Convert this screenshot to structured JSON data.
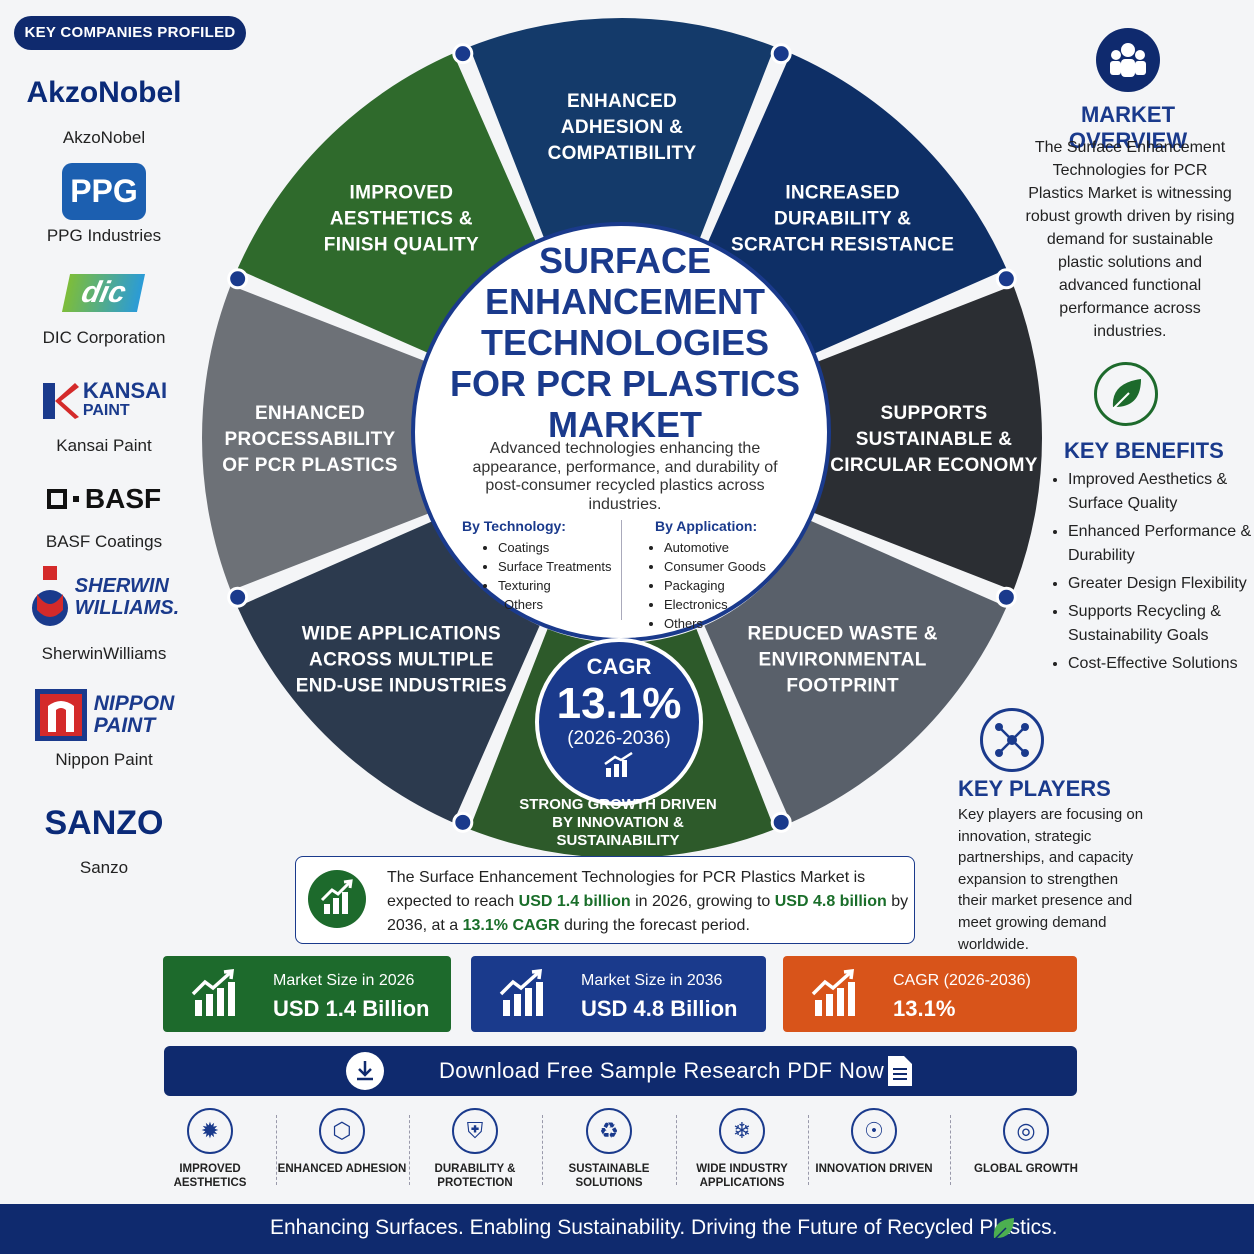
{
  "companies": {
    "header": "KEY COMPANIES PROFILED",
    "items": [
      {
        "logo": "AkzoNobel",
        "name": "AkzoNobel"
      },
      {
        "logo": "PPG",
        "name": "PPG Industries"
      },
      {
        "logo": "dic",
        "name": "DIC Corporation"
      },
      {
        "logo": "KANSAI",
        "logo2": "PAINT",
        "name": "Kansai Paint"
      },
      {
        "logo": "BASF",
        "name": "BASF Coatings"
      },
      {
        "logo": "SHERWIN",
        "logo2": "WILLIAMS.",
        "name": "SherwinWilliams"
      },
      {
        "logo": "NIPPON",
        "logo2": "PAINT",
        "name": "Nippon Paint"
      },
      {
        "logo": "SANZO",
        "name": "Sanzo"
      }
    ]
  },
  "wheel": {
    "segments": [
      {
        "lines": [
          "ENHANCED",
          "ADHESION &",
          "COMPATIBILITY"
        ],
        "color": "#143a6a"
      },
      {
        "lines": [
          "INCREASED",
          "DURABILITY &",
          "SCRATCH RESISTANCE"
        ],
        "color": "#0e2f66"
      },
      {
        "lines": [
          "SUPPORTS",
          "SUSTAINABLE &",
          "CIRCULAR ECONOMY"
        ],
        "color": "#2b2e33"
      },
      {
        "lines": [
          "REDUCED WASTE &",
          "ENVIRONMENTAL",
          "FOOTPRINT"
        ],
        "color": "#59606a"
      },
      {
        "lines": [
          "STRONG GROWTH"
        ],
        "color": "#2d5a2a"
      },
      {
        "lines": [
          "WIDE APPLICATIONS",
          "ACROSS MULTIPLE",
          "END-USE INDUSTRIES"
        ],
        "color": "#2c3a4e"
      },
      {
        "lines": [
          "ENHANCED",
          "PROCESSABILITY",
          "OF PCR PLASTICS"
        ],
        "color": "#6d7177"
      },
      {
        "lines": [
          "IMPROVED",
          "AESTHETICS &",
          "FINISH QUALITY"
        ],
        "color": "#2f6a2c"
      }
    ],
    "title": "SURFACE ENHANCEMENT TECHNOLOGIES FOR PCR PLASTICS MARKET",
    "subtitle": "Advanced technologies enhancing the appearance, performance, and durability of post-consumer recycled plastics across industries.",
    "by_technology": {
      "heading": "By Technology:",
      "items": [
        "Coatings",
        "Surface Treatments",
        "Texturing",
        "Others"
      ]
    },
    "by_application": {
      "heading": "By Application:",
      "items": [
        "Automotive",
        "Consumer Goods",
        "Packaging",
        "Electronics",
        "Others"
      ]
    },
    "cagr": {
      "label": "CAGR",
      "value": "13.1%",
      "period": "(2026-2036)"
    },
    "strong_growth": "STRONG GROWTH DRIVEN BY INNOVATION & SUSTAINABILITY"
  },
  "market_overview": {
    "heading": "MARKET OVERVIEW",
    "text": "The Surface Enhancement Technologies for PCR Plastics Market is witnessing robust growth driven by rising demand for sustainable plastic solutions and advanced functional performance across industries."
  },
  "key_benefits": {
    "heading": "KEY BENEFITS",
    "items": [
      "Improved Aesthetics & Surface Quality",
      "Enhanced Performance & Durability",
      "Greater Design Flexibility",
      "Supports Recycling & Sustainability Goals",
      "Cost-Effective Solutions"
    ]
  },
  "key_players": {
    "heading": "KEY PLAYERS",
    "text": "Key players are focusing on innovation, strategic partnerships, and capacity expansion to strengthen their market presence and meet growing demand worldwide."
  },
  "summary": {
    "p1": "The Surface Enhancement Technologies for PCR Plastics Market is expected to reach ",
    "v1": "USD 1.4 billion",
    "p2": " in 2026, growing to ",
    "v2": "USD 4.8 billion",
    "p3": " by 2036, at a ",
    "v3": "13.1% CAGR",
    "p4": " during the forecast period."
  },
  "stats": [
    {
      "label": "Market Size in 2026",
      "value": "USD 1.4 Billion",
      "color": "#1d6a2c"
    },
    {
      "label": "Market Size in 2036",
      "value": "USD 4.8 Billion",
      "color": "#1a3a8c"
    },
    {
      "label": "CAGR (2026-2036)",
      "value": "13.1%",
      "color": "#d8541a"
    }
  ],
  "download": {
    "label": "Download Free Sample Research PDF  Now"
  },
  "bottom_icons": [
    {
      "icon": "sparkle-icon",
      "caption": "IMPROVED AESTHETICS"
    },
    {
      "icon": "molecule-icon",
      "caption": "ENHANCED ADHESION"
    },
    {
      "icon": "shield-icon",
      "caption": "DURABILITY & PROTECTION"
    },
    {
      "icon": "recycle-icon",
      "caption": "SUSTAINABLE SOLUTIONS"
    },
    {
      "icon": "snowflake-icon",
      "caption": "WIDE INDUSTRY APPLICATIONS"
    },
    {
      "icon": "innovation-icon",
      "caption": "INNOVATION DRIVEN"
    },
    {
      "icon": "globe-icon",
      "caption": "GLOBAL GROWTH"
    }
  ],
  "footer": "Enhancing Surfaces. Enabling Sustainability. Driving the Future of Recycled Plastics."
}
